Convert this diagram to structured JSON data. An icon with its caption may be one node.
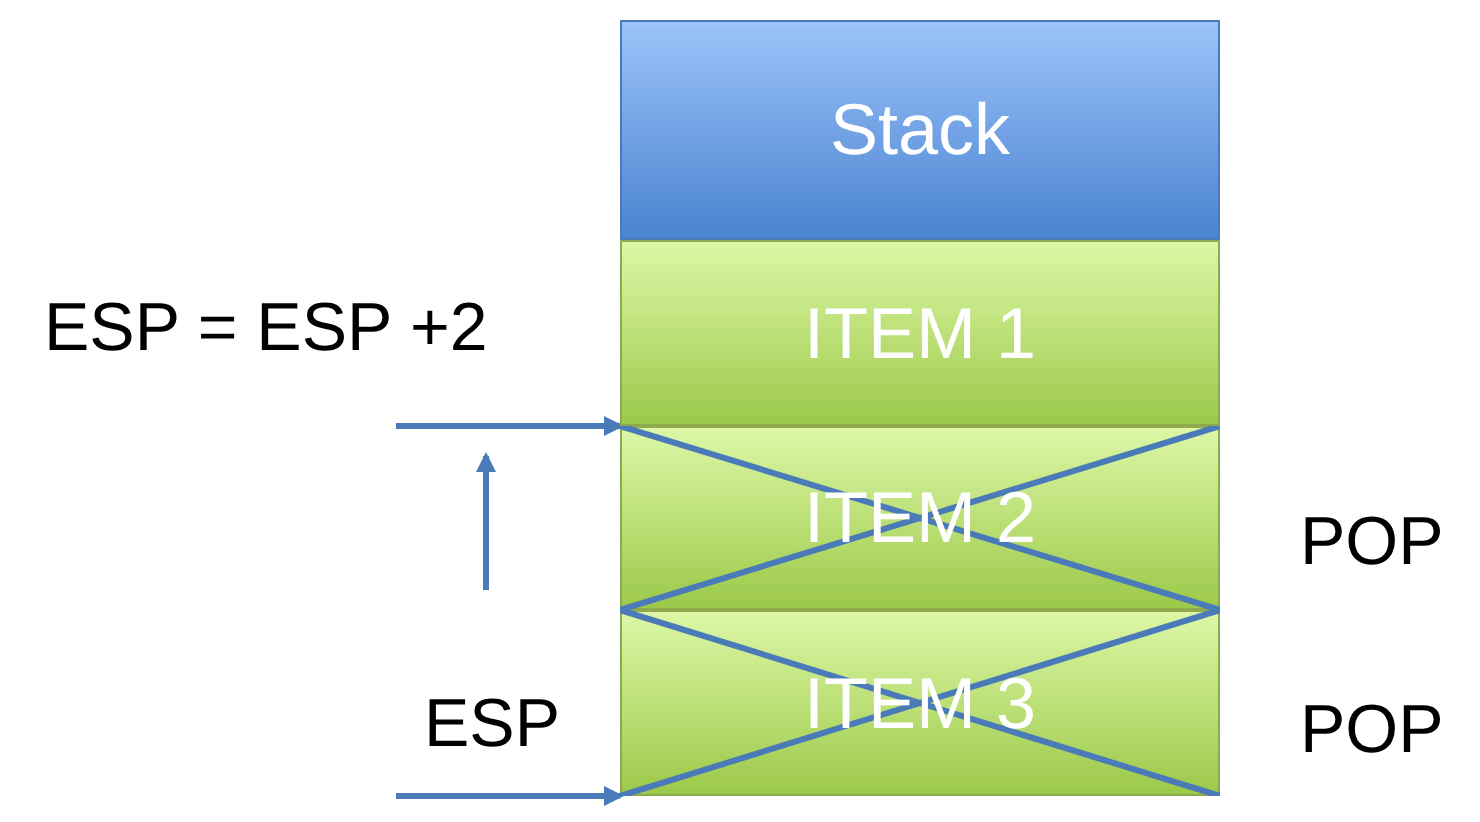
{
  "diagram": {
    "nodes": [
      {
        "text": [
          "Stack"
        ]
      },
      {
        "text": [
          "ITEM 1"
        ]
      },
      {
        "text": [
          "ITEM 2"
        ]
      },
      {
        "text": [
          "ITEM 3"
        ]
      }
    ],
    "edges": [
      {
        "from": null,
        "to": 1,
        "arrow": "to"
      },
      {
        "from": null,
        "to": 3,
        "arrow": "to"
      }
    ],
    "labels": [
      "ESP = ESP +2",
      "ESP",
      "POP",
      "POP"
    ]
  }
}
